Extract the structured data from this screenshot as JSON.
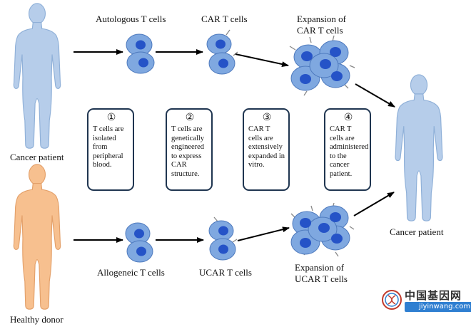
{
  "labels": {
    "cancer_patient_left": "Cancer patient",
    "healthy_donor": "Healthy donor",
    "cancer_patient_right": "Cancer patient",
    "autologous_t_cells": "Autologous T cells",
    "car_t_cells": "CAR T cells",
    "expansion_car_line1": "Expansion of",
    "expansion_car_line2": "CAR T cells",
    "allogeneic_t_cells": "Allogeneic T cells",
    "ucar_t_cells": "UCAR T cells",
    "expansion_ucar_line1": "Expansion of",
    "expansion_ucar_line2": "UCAR T cells"
  },
  "steps": [
    {
      "number": "①",
      "text": "T cells are\nisolated\nfrom\nperipheral\nblood."
    },
    {
      "number": "②",
      "text": "T cells are\ngenetically\nengineered\nto express\nCAR\nstructure."
    },
    {
      "number": "③",
      "text": "CAR T\ncells are\nextensively\nexpanded in\nvitro."
    },
    {
      "number": "④",
      "text": "CAR T\ncells are\nadministered\nto the cancer\npatient."
    }
  ],
  "watermark": {
    "chinese": "中国基因网",
    "url": "jiyinwang.com"
  },
  "colors": {
    "patient_body": "#b6cdea",
    "patient_outline": "#8fb0d8",
    "donor_body": "#f7c08f",
    "donor_outline": "#e3a06a",
    "cell_fill": "#7fa8e0",
    "cell_outline": "#4d79bd",
    "nucleus": "#2553c7",
    "box_border": "#1f3550",
    "arrow": "#000000"
  }
}
